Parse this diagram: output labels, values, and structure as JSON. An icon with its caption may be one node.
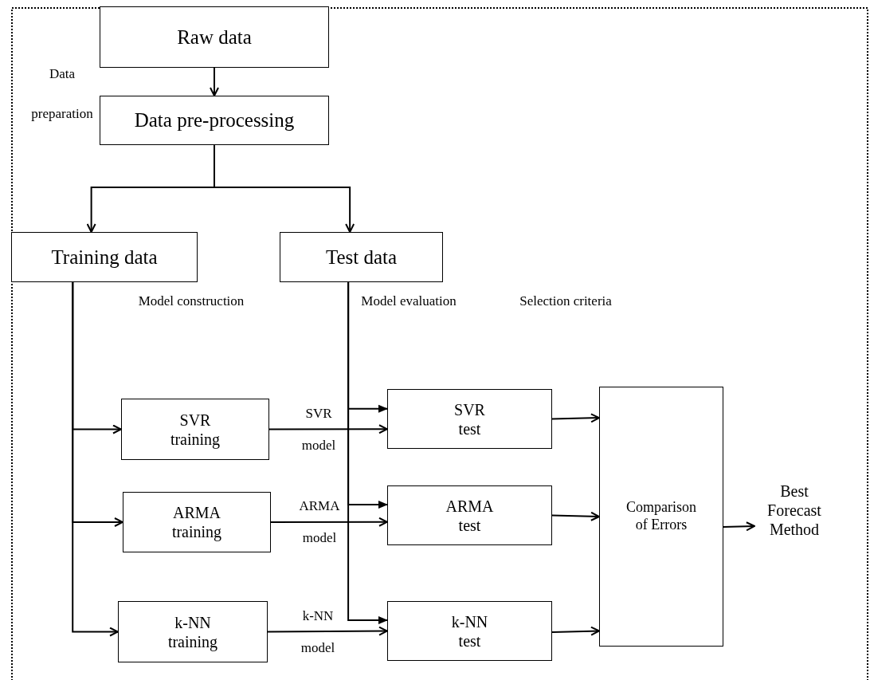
{
  "diagram": {
    "nodes": [
      {
        "text": [
          "Raw data"
        ]
      },
      {
        "text": [
          "Data pre-processing"
        ]
      },
      {
        "text": [
          "Training data"
        ]
      },
      {
        "text": [
          "Test data"
        ]
      },
      {
        "text": [
          "SVR training"
        ]
      },
      {
        "text": [
          "ARMA training"
        ]
      },
      {
        "text": [
          "k-NN training"
        ]
      },
      {
        "text": [
          "SVR test"
        ]
      },
      {
        "text": [
          "ARMA test"
        ]
      },
      {
        "text": [
          "k-NN test"
        ]
      },
      {
        "text": [
          "Comparison of Errors"
        ]
      },
      {
        "text": [
          "Best Forecast Method"
        ]
      }
    ],
    "edges": [
      {
        "from": 0,
        "to": 1,
        "arrow": "to"
      },
      {
        "from": 1,
        "to": 2,
        "arrow": "to"
      },
      {
        "from": 1,
        "to": 3,
        "arrow": "to"
      },
      {
        "from": 2,
        "to": 4,
        "arrow": "to"
      },
      {
        "from": 2,
        "to": 5,
        "arrow": "to"
      },
      {
        "from": 2,
        "to": 6,
        "arrow": "to"
      },
      {
        "from": 3,
        "to": 7,
        "arrow": "to"
      },
      {
        "from": 3,
        "to": 8,
        "arrow": "to"
      },
      {
        "from": 3,
        "to": 9,
        "arrow": "to"
      },
      {
        "from": 4,
        "to": 7,
        "arrow": "to",
        "label": "SVR model"
      },
      {
        "from": 5,
        "to": 8,
        "arrow": "to",
        "label": "ARMA model"
      },
      {
        "from": 6,
        "to": 9,
        "arrow": "to",
        "label": "k-NN model"
      },
      {
        "from": 7,
        "to": 10,
        "arrow": "to"
      },
      {
        "from": 8,
        "to": 10,
        "arrow": "to"
      },
      {
        "from": 9,
        "to": 10,
        "arrow": "to"
      },
      {
        "from": 10,
        "to": 11,
        "arrow": "to"
      }
    ],
    "labels": [
      "Data preparation",
      "Model construction",
      "Model evaluation",
      "Selection criteria"
    ]
  }
}
